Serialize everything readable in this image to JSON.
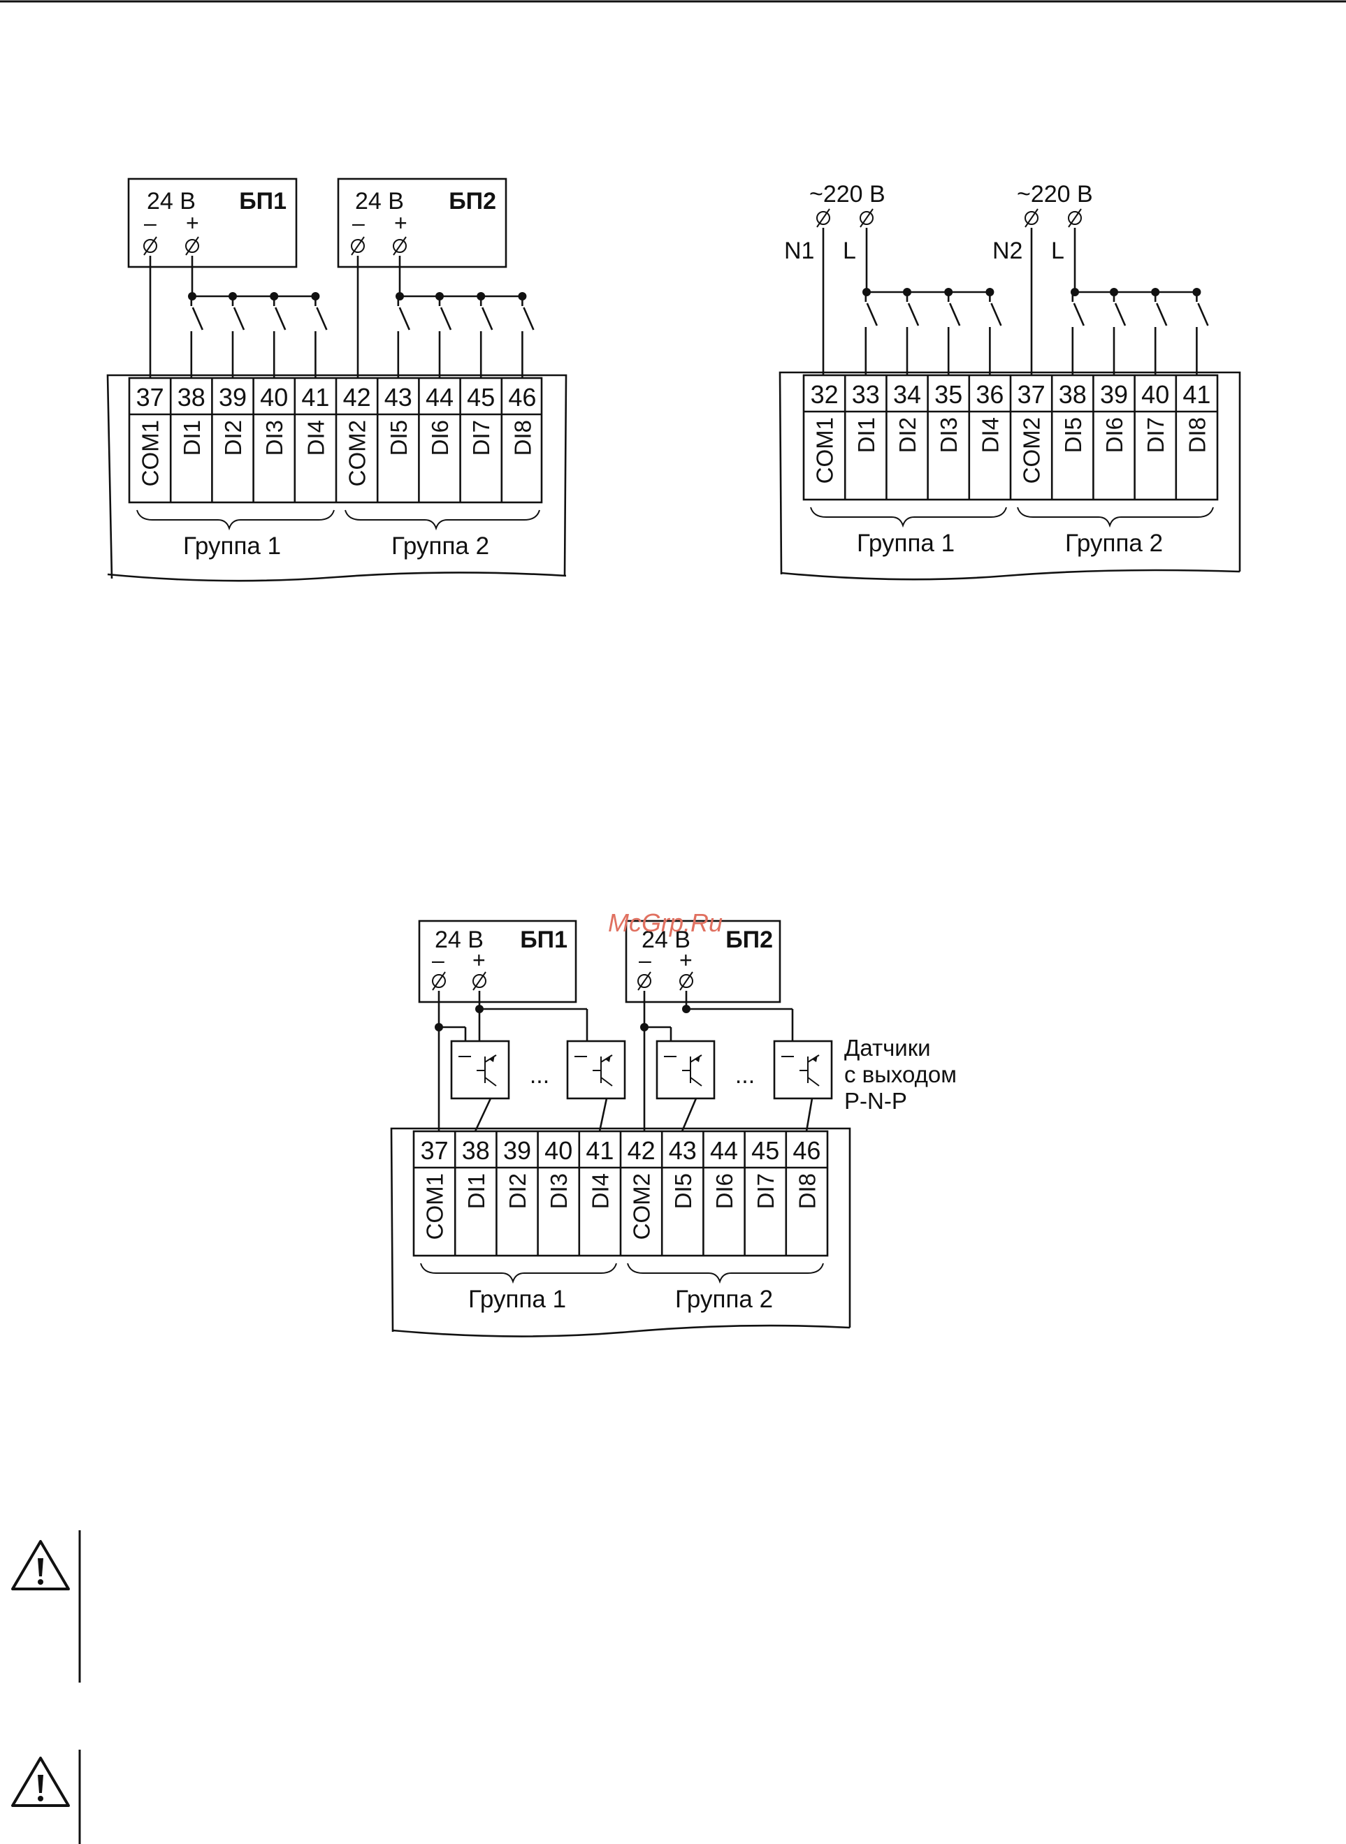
{
  "diagram1": {
    "terminals": [
      "37",
      "38",
      "39",
      "40",
      "41",
      "42",
      "43",
      "44",
      "45",
      "46"
    ],
    "signals": [
      "COM1",
      "DI1",
      "DI2",
      "DI3",
      "DI4",
      "COM2",
      "DI5",
      "DI6",
      "DI7",
      "DI8"
    ],
    "groups": [
      "Группа 1",
      "Группа 2"
    ],
    "supplies": [
      {
        "voltage": "24 В",
        "name": "БП1",
        "minus": "–",
        "plus": "+"
      },
      {
        "voltage": "24 В",
        "name": "БП2",
        "minus": "–",
        "plus": "+"
      }
    ]
  },
  "diagram2": {
    "terminals": [
      "32",
      "33",
      "34",
      "35",
      "36",
      "37",
      "38",
      "39",
      "40",
      "41"
    ],
    "signals": [
      "COM1",
      "DI1",
      "DI2",
      "DI3",
      "DI4",
      "COM2",
      "DI5",
      "DI6",
      "DI7",
      "DI8"
    ],
    "groups": [
      "Группа 1",
      "Группа 2"
    ],
    "mains": [
      {
        "voltage": "~220 В",
        "neutral": "N1",
        "line": "L"
      },
      {
        "voltage": "~220 В",
        "neutral": "N2",
        "line": "L"
      }
    ]
  },
  "diagram3": {
    "terminals": [
      "37",
      "38",
      "39",
      "40",
      "41",
      "42",
      "43",
      "44",
      "45",
      "46"
    ],
    "signals": [
      "COM1",
      "DI1",
      "DI2",
      "DI3",
      "DI4",
      "COM2",
      "DI5",
      "DI6",
      "DI7",
      "DI8"
    ],
    "groups": [
      "Группа 1",
      "Группа 2"
    ],
    "supplies": [
      {
        "voltage": "24 В",
        "name": "БП1",
        "minus": "–",
        "plus": "+"
      },
      {
        "voltage": "24 В",
        "name": "БП2",
        "minus": "–",
        "plus": "+"
      }
    ],
    "ellipsis": "...",
    "sensor_label": [
      "Датчики",
      "с выходом",
      "P-N-P"
    ]
  },
  "watermark": "McGrp.Ru",
  "warning_icons": [
    "warning-triangle-icon",
    "warning-triangle-icon"
  ]
}
